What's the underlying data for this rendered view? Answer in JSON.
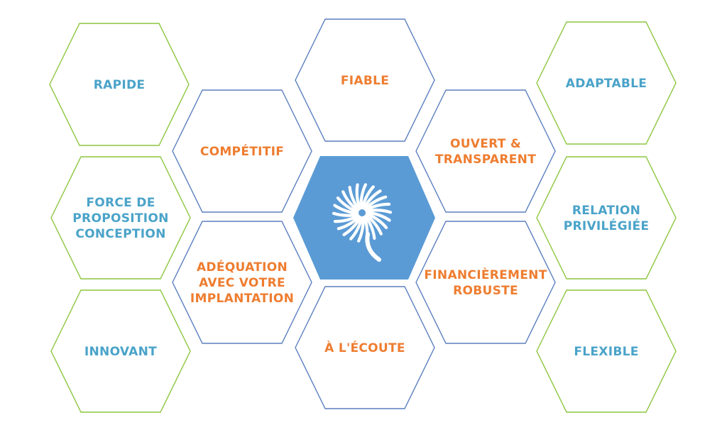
{
  "colors": {
    "green_outline": "#8cc63f",
    "blue_outline": "#5b7fbf",
    "center_fill": "#5b9bd5",
    "teal_text": "#4aa3c9",
    "orange_text": "#ee7d30",
    "logo": "#ffffff"
  },
  "center": {
    "icon": "spiral-shell-logo-icon"
  },
  "hexagons": [
    {
      "id": "rapide",
      "lines": [
        "RAPIDE"
      ],
      "outline": "green",
      "text": "teal"
    },
    {
      "id": "force-de-proposition",
      "lines": [
        "FORCE DE",
        "PROPOSITION",
        "CONCEPTION"
      ],
      "outline": "green",
      "text": "teal"
    },
    {
      "id": "innovant",
      "lines": [
        "INNOVANT"
      ],
      "outline": "green",
      "text": "teal"
    },
    {
      "id": "competitif",
      "lines": [
        "COMPÉTITIF"
      ],
      "outline": "blue",
      "text": "orange"
    },
    {
      "id": "adequation",
      "lines": [
        "ADÉQUATION",
        "AVEC VOTRE",
        "IMPLANTATION"
      ],
      "outline": "blue",
      "text": "orange"
    },
    {
      "id": "fiable",
      "lines": [
        "FIABLE"
      ],
      "outline": "blue",
      "text": "orange"
    },
    {
      "id": "a-l-ecoute",
      "lines": [
        "À L'ÉCOUTE"
      ],
      "outline": "blue",
      "text": "orange"
    },
    {
      "id": "ouvert-transparent",
      "lines": [
        "OUVERT &",
        "TRANSPARENT"
      ],
      "outline": "blue",
      "text": "orange"
    },
    {
      "id": "financierement-robuste",
      "lines": [
        "FINANCIÈREMENT",
        "ROBUSTE"
      ],
      "outline": "blue",
      "text": "orange"
    },
    {
      "id": "adaptable",
      "lines": [
        "ADAPTABLE"
      ],
      "outline": "green",
      "text": "teal"
    },
    {
      "id": "relation-privilegiee",
      "lines": [
        "RELATION",
        "PRIVILÉGIÉE"
      ],
      "outline": "green",
      "text": "teal"
    },
    {
      "id": "flexible",
      "lines": [
        "FLEXIBLE"
      ],
      "outline": "green",
      "text": "teal"
    }
  ]
}
